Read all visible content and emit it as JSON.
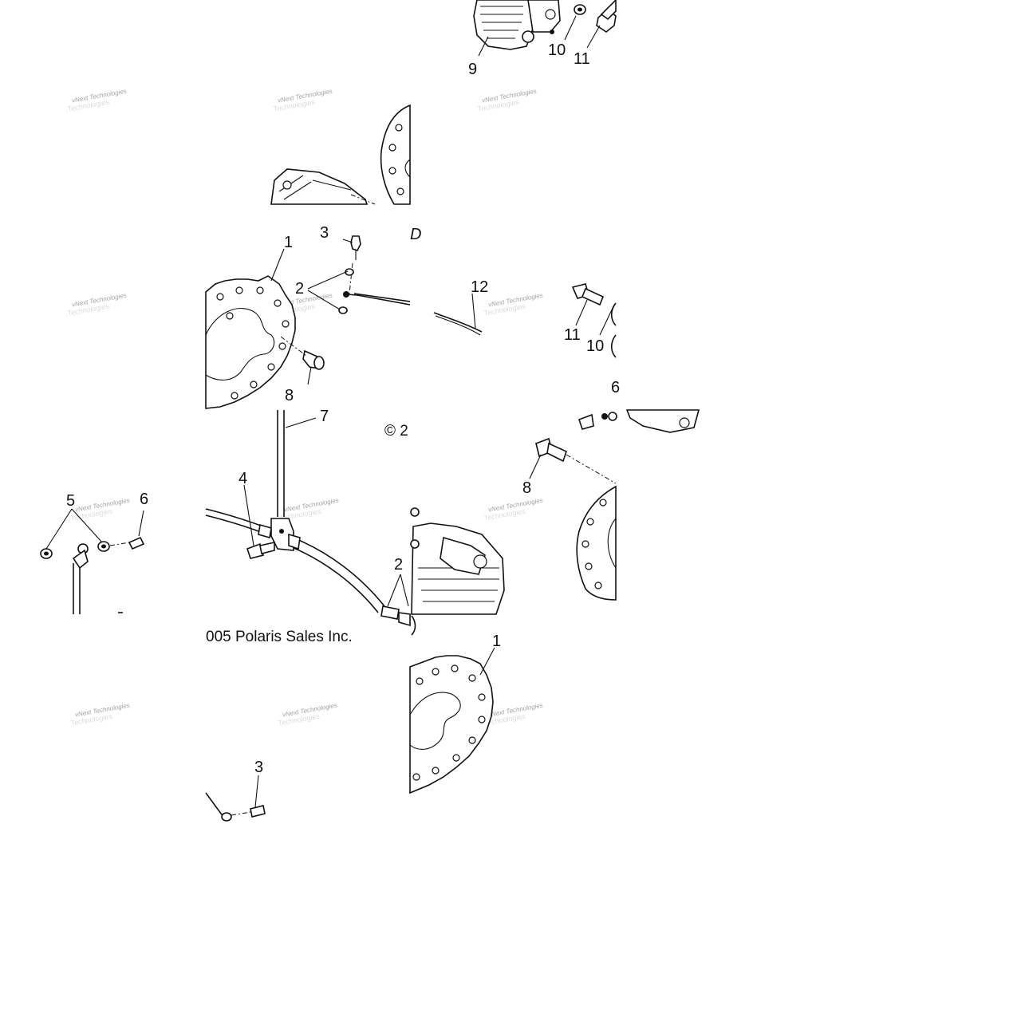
{
  "diagram": {
    "copyright_left": "005 Polaris Sales Inc.",
    "copyright_right": "© 2",
    "watermark_top": "vNext Technologies",
    "watermark_bottom": "Technologies",
    "callouts": {
      "c9": "9",
      "c10a": "10",
      "c11a": "11",
      "c1a": "1",
      "c3a": "3",
      "c2a": "2",
      "c8a": "8",
      "c12": "12",
      "c11b": "11",
      "c10b": "10",
      "c7": "7",
      "c4": "4",
      "c5": "5",
      "c6": "6",
      "c8b": "8",
      "c2b": "2",
      "c1b": "1",
      "c3b": "3",
      "c6b": "6",
      "cD": "D"
    }
  }
}
